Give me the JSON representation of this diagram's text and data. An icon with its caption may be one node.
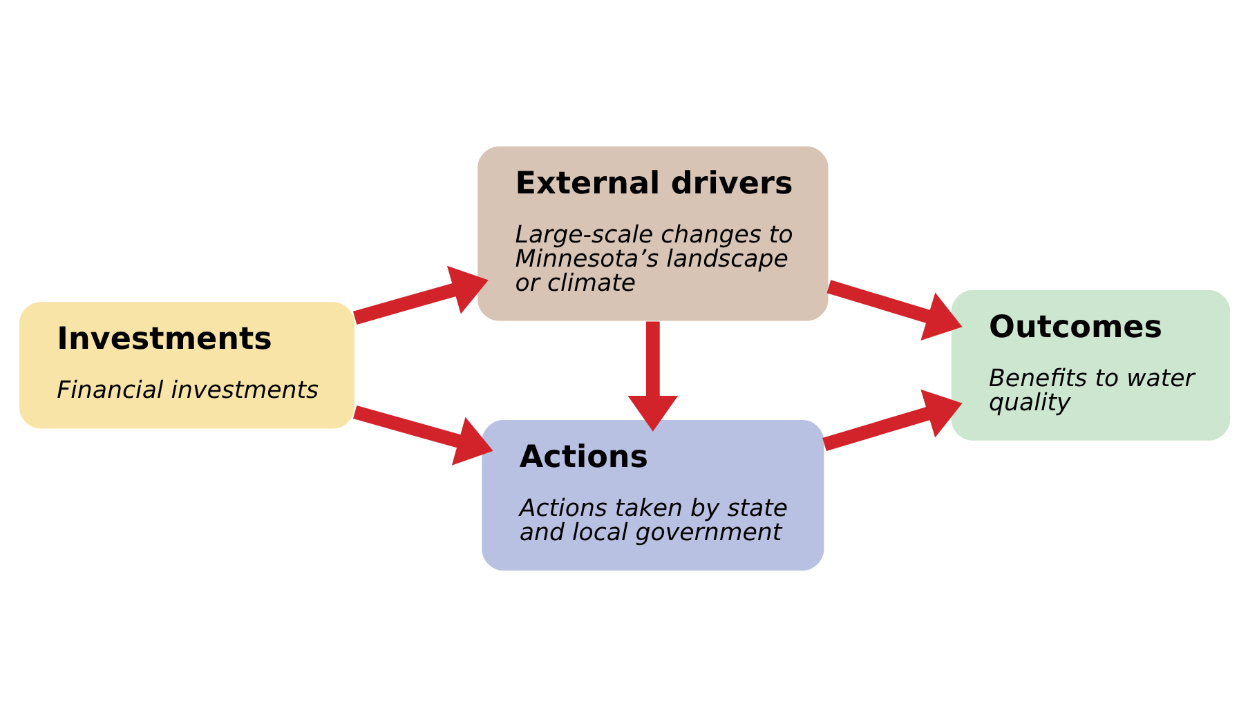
{
  "diagram": {
    "nodes": [
      {
        "text": [
          "Investments",
          "Financial investments"
        ]
      },
      {
        "text": [
          "Actions",
          "Actions taken by state and local government"
        ]
      },
      {
        "text": [
          "Outcomes",
          "Benefits to water quality"
        ]
      },
      {
        "text": [
          "External drivers",
          "Large-scale changes to Minnesota’s landscape or climate"
        ]
      }
    ],
    "edges": [
      {
        "from": 0,
        "to": 1,
        "arrow": "to"
      },
      {
        "from": 1,
        "to": 2,
        "arrow": "to"
      },
      {
        "from": 0,
        "to": 3,
        "arrow": "to"
      },
      {
        "from": 3,
        "to": 1,
        "arrow": "to"
      },
      {
        "from": 3,
        "to": 2,
        "arrow": "to"
      }
    ]
  }
}
